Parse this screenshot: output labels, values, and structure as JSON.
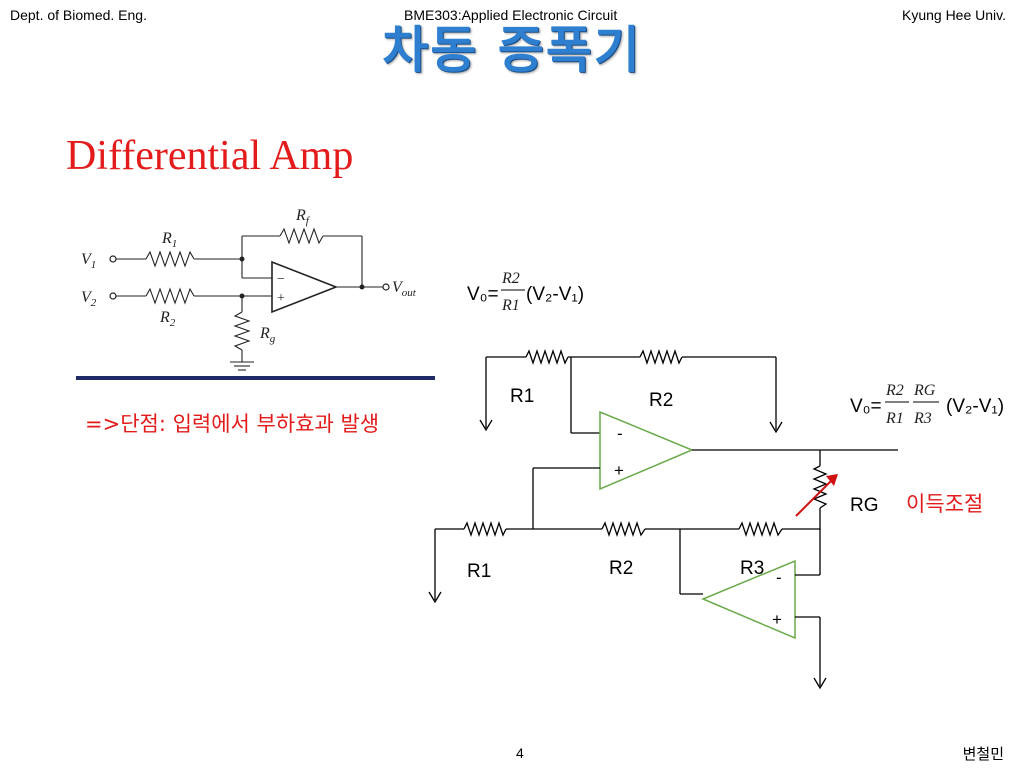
{
  "header": {
    "left": "Dept. of Biomed. Eng.",
    "center": "BME303:Applied Electronic Circuit",
    "right": "Kyung Hee Univ."
  },
  "title_korean": "차동 증폭기",
  "subtitle": "Differential Amp",
  "note_drawback": "=>단점: 입력에서 부하효과 발생",
  "note_gain_adjust": "이득조절",
  "formula1": {
    "lhs": "V₀=",
    "num": "R2",
    "den": "R1",
    "rhs": "(V₂-V₁)"
  },
  "formula2": {
    "lhs": "V₀=",
    "num1": "R2",
    "den1": "R1",
    "num2": "RG",
    "den2": "R3",
    "rhs": "(V₂-V₁)"
  },
  "fig_left": {
    "v1": "V",
    "v1_sub": "1",
    "v2": "V",
    "v2_sub": "2",
    "r1": "R",
    "r1_sub": "1",
    "r2": "R",
    "r2_sub": "2",
    "rf": "R",
    "rf_sub": "f",
    "rg": "R",
    "rg_sub": "g",
    "vout": "V",
    "vout_sub": "out",
    "minus": "−",
    "plus": "+"
  },
  "fig_right": {
    "r1_top": "R1",
    "r2_top": "R2",
    "r1_bot": "R1",
    "r2_bot": "R2",
    "r3": "R3",
    "rg": "RG",
    "minus": "-",
    "plus": "+"
  },
  "footer": {
    "page": "4",
    "author": "변철민"
  },
  "colors": {
    "title_blue": "#2e7fd0",
    "accent_red": "#e31b1b",
    "opamp_green": "#6aaa4a",
    "rule_navy": "#1f2a66"
  }
}
